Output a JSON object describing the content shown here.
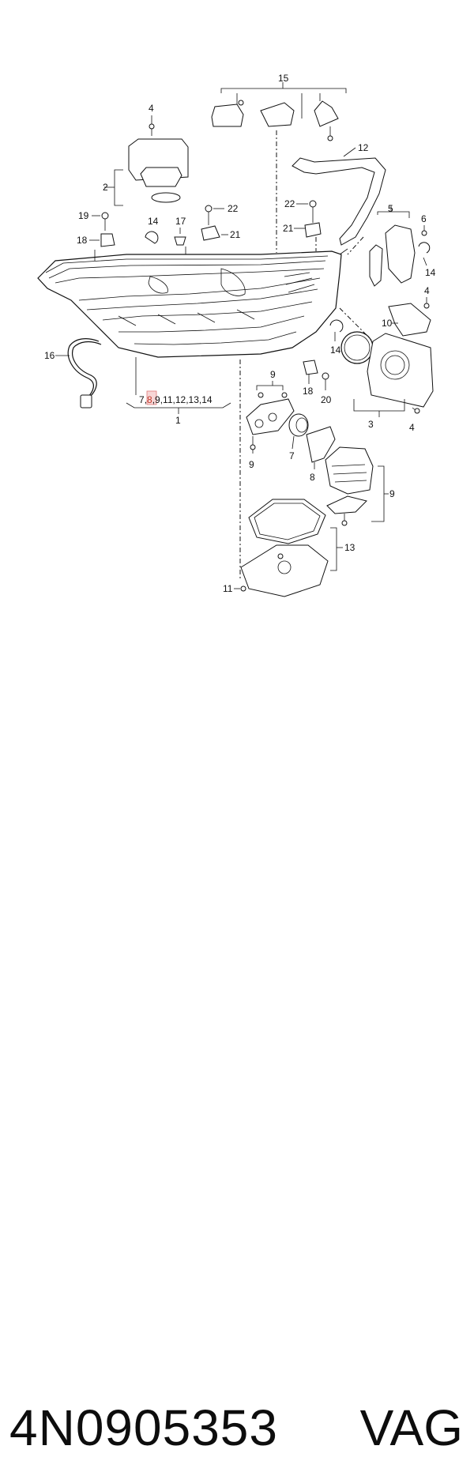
{
  "callouts": {
    "c15": "15",
    "c4a": "4",
    "c12": "12",
    "c2": "2",
    "c22a": "22",
    "c22b": "22",
    "c19": "19",
    "c14a": "14",
    "c17": "17",
    "c21a": "21",
    "c21b": "21",
    "c5": "5",
    "c6": "6",
    "c18a": "18",
    "c14b": "14",
    "c4b": "4",
    "c10": "10",
    "c16": "16",
    "c14c": "14",
    "c9a": "9",
    "c18b": "18",
    "c20": "20",
    "c3": "3",
    "c4c": "4",
    "c7": "7",
    "c9b": "9",
    "c8": "8",
    "c9c": "9",
    "c13": "13",
    "c11": "11",
    "c1": "1"
  },
  "assembly_list": {
    "first": "7",
    "sep1": ",",
    "highlighted": "8",
    "rest": ",9,11,12,13,14"
  },
  "footer": {
    "part_number": "4N0905353",
    "brand": "VAG"
  }
}
